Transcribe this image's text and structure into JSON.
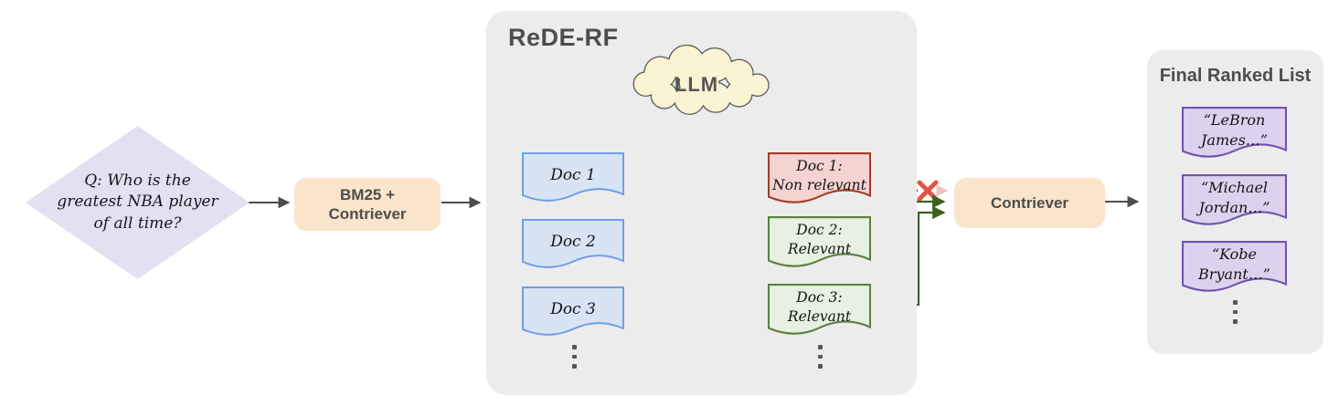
{
  "query_diamond": {
    "lines": [
      "Q: Who is the",
      "greatest NBA player",
      "of all time?"
    ],
    "full_text": "Q: Who is the greatest NBA player of all time?"
  },
  "retriever_box": {
    "line1": "BM25 +",
    "line2": "Contriever"
  },
  "rede_panel": {
    "title": "ReDE-RF",
    "llm_label": "LLM",
    "input_docs": [
      {
        "label": "Doc 1"
      },
      {
        "label": "Doc 2"
      },
      {
        "label": "Doc 3"
      }
    ],
    "judged_docs": [
      {
        "line1": "Doc 1:",
        "line2": "Non relevant",
        "status": "non-relevant"
      },
      {
        "line1": "Doc 2:",
        "line2": "Relevant",
        "status": "relevant"
      },
      {
        "line1": "Doc 3:",
        "line2": "Relevant",
        "status": "relevant"
      }
    ]
  },
  "contriever_box": {
    "label": "Contriever"
  },
  "final_panel": {
    "title": "Final Ranked List",
    "results": [
      {
        "line1": "“LeBron",
        "line2": "James…”"
      },
      {
        "line1": "“Michael",
        "line2": "Jordan…”"
      },
      {
        "line1": "“Kobe",
        "line2": "Bryant…”"
      }
    ]
  },
  "palette": {
    "panel_bg": "#ececec",
    "process_box_bg": "#f9e4cc",
    "cloud_bg": "#faf3d4",
    "diamond_bg": "#e1e1f1",
    "doc_blue_fill": "#d8e4f4",
    "doc_blue_border": "#6d9eeb",
    "doc_red_fill": "#f4d3d0",
    "doc_red_border": "#a23c2a",
    "doc_green_fill": "#e7f0e1",
    "doc_green_border": "#5b7f43",
    "doc_purple_fill": "#dcd2ee",
    "doc_purple_border": "#7152b0",
    "arrow_gray": "#4d4d4d",
    "arrow_dark_red": "#8c3423",
    "arrow_green": "#3a621e",
    "arrow_pink_faded": "#efc3c6",
    "reject_x_red": "#e25449",
    "header_text": "#4d4d4d"
  }
}
